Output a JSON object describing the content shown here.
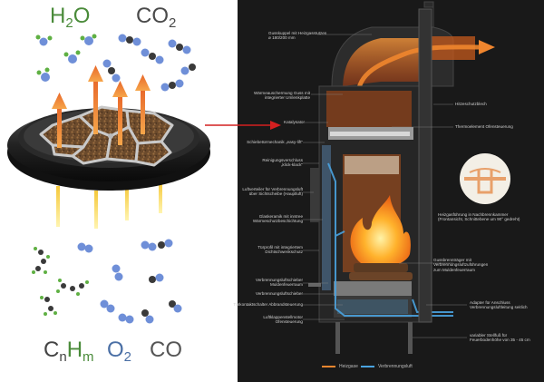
{
  "formulas": {
    "water": {
      "base": "H",
      "sub": "2",
      "tail": "O"
    },
    "co2": {
      "base": "CO",
      "sub": "2"
    },
    "hydrocarbon": {
      "c": "C",
      "c_sub": "n",
      "h": "H",
      "h_sub": "m"
    },
    "oxygen": {
      "base": "O",
      "sub": "2"
    },
    "co": {
      "base": "CO"
    }
  },
  "labels": {
    "gusskuppel": "Gusskuppel mit Heizgasstutzen\nø 180/200 mm",
    "waermeausch": "Wärmeauschermung Guss mit\nintegrierter Umlenkplatte",
    "katalysator": "Katalysator",
    "schiebetuer": "Schiebetürmechanik „easy-lift\"",
    "reinigung": "Reinigungsverschluss\n„klick-klack\"",
    "luftverteiler": "Luftverteiler für Verbrennungsluft\nüber Sichtscheibe (Hauptluft)",
    "glaskeramik": "Glaskeramik mit inntree\nWärmeschutzbeschichtung",
    "tuerprofil": "Türprofil mit integriertem\nDichtschwenkschutz",
    "verbrennungsluftschieber": "Verbrennungsluftschieber\nMuldenfeuerraum",
    "verbrennungsluftschieber2": "Verbrennungsluftschieber",
    "tuerkontakt": "Türkontaktschalter Abbrandsteuerung",
    "luftklappe": "Luftklappenstellmotor\nOfensteuerung",
    "hitzeschutz": "Hitzeschutzblech",
    "thermo": "Thermoelement Ofensteuerung",
    "heizgas": "Heizgasführung in Nachbrennkammer\n(Frontansicht, Schnittebene um 90° gedreht)",
    "gussbrenn": "Gussbrennträger mit\nVerbrennungsluftzuführungen\nzum Muldenfeuerraum",
    "adapter": "Adapter für Anschluss\nVerbrennungsluftleitung seitlich",
    "stellfuss": "variabler Stellfuß für\nFeuerbodenhöhe von 35 - 45 cm"
  },
  "legend": {
    "heizgase": "Heizgase",
    "verbrennungsluft": "Verbrennungsluft"
  },
  "colors": {
    "orange_arrow": "#e8782a",
    "gas_orange": "#f0862e",
    "air_blue": "#4aa3e0",
    "carbon_dark": "#3a3a3a",
    "hydrogen_green": "#5fb043",
    "oxygen_blue": "#6f8fd8",
    "connector_red": "#d42020",
    "stove_bg": "#151515"
  }
}
